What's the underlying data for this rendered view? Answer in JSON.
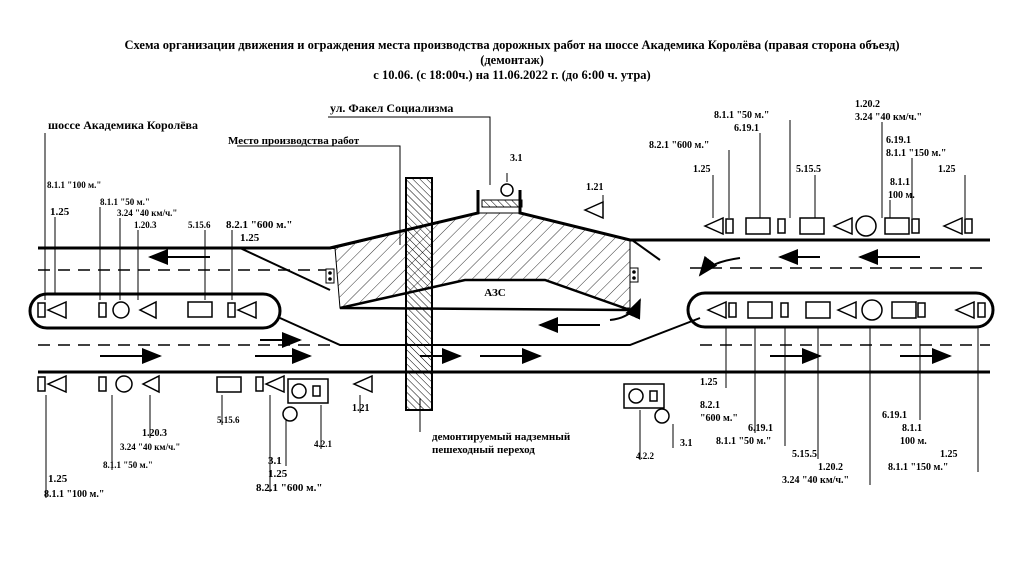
{
  "title": {
    "line1": "Схема организации движения и ограждения места производства дорожных работ на шоссе Академика Королёва (правая сторона объезд)",
    "line2": "(демонтаж)",
    "line3": "с 10.06. (с 18:00ч.) на 11.06.2022 г. (до 6:00 ч. утра)"
  },
  "streets": {
    "main": "шоссе Академика Королёва",
    "cross": "ул. Факел Социализма",
    "work_site": "Место производства работ",
    "gas_station": "АЗС",
    "crossing_line1": "демонтируемый надземный",
    "crossing_line2": "пешеходный переход"
  },
  "labels": {
    "l_8_1_1_100_top": "8.1.1 \"100 м.\"",
    "l_1_25_top": "1.25",
    "l_8_1_1_50_top": "8.1.1 \"50 м.\"",
    "l_3_24_40_top": "3.24 \"40 км/ч.\"",
    "l_1_20_3_top": "1.20.3",
    "l_5_15_6_top": "5.15.6",
    "l_8_2_1_600_top": "8.2.1 \"600 м.\"",
    "l_1_25_top2": "1.25",
    "l_3_1_top": "3.1",
    "l_1_21_top": "1.21",
    "r_8_1_1_50_top": "8.1.1 \"50 м.\"",
    "r_6_19_1_top": "6.19.1",
    "r_8_2_1_600_top": "8.2.1 \"600 м.\"",
    "r_1_25_top": "1.25",
    "r_5_15_5_top": "5.15.5",
    "r_1_20_2_top": "1.20.2",
    "r_3_24_40_top": "3.24 \"40 км/ч.\"",
    "r_6_19_1_top2": "6.19.1",
    "r_8_1_1_150_top": "8.1.1 \"150 м.\"",
    "r_8_1_1_top": "8.1.1",
    "r_100_top": "100 м.",
    "r_1_25_top2": "1.25",
    "b_1_20_3": "1.20.3",
    "b_3_24_40": "3.24 \"40 км/ч.\"",
    "b_8_1_1_50": "8.1.1 \"50 м.\"",
    "b_1_25": "1.25",
    "b_8_1_1_100": "8.1.1 \"100 м.\"",
    "b_5_15_6": "5.15.6",
    "b_3_1": "3.1",
    "b_1_25_2": "1.25",
    "b_4_2_1": "4.2.1",
    "b_8_2_1_600": "8.2.1 \"600 м.\"",
    "b_1_21": "1.21",
    "b_4_2_2": "4.2.2",
    "b_3_1_2": "3.1",
    "br_1_25": "1.25",
    "br_8_2_1": "8.2.1",
    "br_600": "\"600 м.\"",
    "br_6_19_1": "6.19.1",
    "br_8_1_1_50": "8.1.1 \"50 м.\"",
    "br_5_15_5": "5.15.5",
    "br_1_20_2": "1.20.2",
    "br_3_24_40": "3.24 \"40 км/ч.\"",
    "br_6_19_1_b": "6.19.1",
    "br_8_1_1": "8.1.1",
    "br_100": "100 м.",
    "br_1_25_b": "1.25",
    "br_8_1_1_150": "8.1.1 \"150 м.\""
  }
}
